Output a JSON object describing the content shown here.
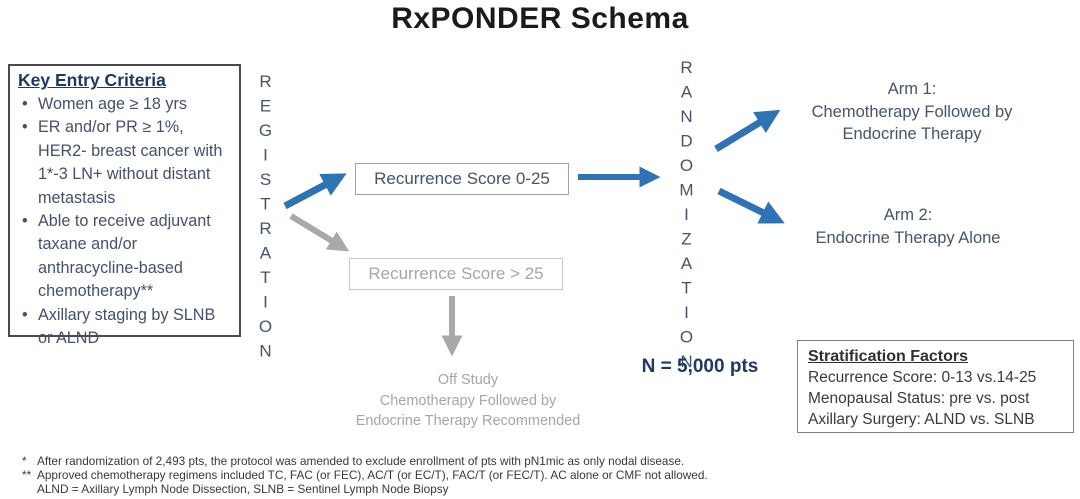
{
  "title": "RxPONDER Schema",
  "colors": {
    "arrow_blue": "#2E74B5",
    "arrow_gray": "#A9A9A9"
  },
  "entry_criteria": {
    "title": "Key Entry Criteria",
    "bullets": [
      "Women age ≥ 18 yrs",
      "ER and/or PR ≥ 1%, HER2- breast cancer with 1*-3 LN+ without distant metastasis",
      "Able to receive adjuvant taxane and/or anthracycline-based chemotherapy**",
      "Axillary staging by SLNB or ALND"
    ]
  },
  "registration_label": "REGISTRATION",
  "randomization_label": "RANDOMIZATION",
  "recurrence_low_label": "Recurrence Score 0-25",
  "recurrence_high_label": "Recurrence Score > 25",
  "off_study": {
    "lines": [
      "Off Study",
      "Chemotherapy Followed by",
      "Endocrine Therapy Recommended"
    ]
  },
  "n_label": "N = 5,000 pts",
  "arm1": {
    "lines": [
      "Arm 1:",
      "Chemotherapy Followed by",
      "Endocrine Therapy"
    ]
  },
  "arm2": {
    "lines": [
      "Arm 2:",
      "Endocrine Therapy Alone"
    ]
  },
  "stratification": {
    "title": "Stratification Factors",
    "items": [
      "Recurrence Score: 0-13 vs.14-25",
      "Menopausal Status: pre vs. post",
      "Axillary Surgery: ALND vs. SLNB"
    ]
  },
  "footnotes": [
    {
      "marker": "*",
      "text": "After randomization of 2,493 pts, the protocol was amended to exclude enrollment of pts with pN1mic as only nodal disease."
    },
    {
      "marker": "**",
      "text": "Approved chemotherapy regimens included TC, FAC (or FEC), AC/T (or EC/T), FAC/T (or FEC/T). AC alone or CMF not allowed."
    },
    {
      "marker": "",
      "text": "ALND = Axillary Lymph Node Dissection, SLNB = Sentinel Lymph Node Biopsy"
    }
  ]
}
